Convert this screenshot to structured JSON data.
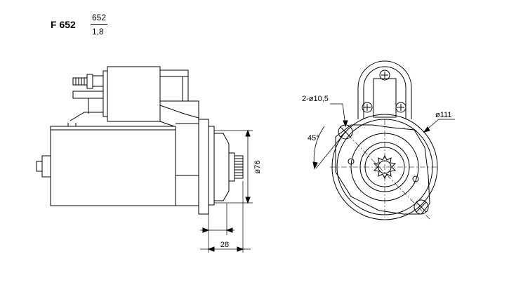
{
  "header": {
    "code": "F 652",
    "fraction_top": "652",
    "fraction_bottom": "1,8"
  },
  "dimensions": {
    "pinion_diameter": "ø76",
    "flange_offset": "28",
    "bolt_holes": "2-ø10,5",
    "hole_angle": "45°",
    "body_diameter": "ø111"
  }
}
